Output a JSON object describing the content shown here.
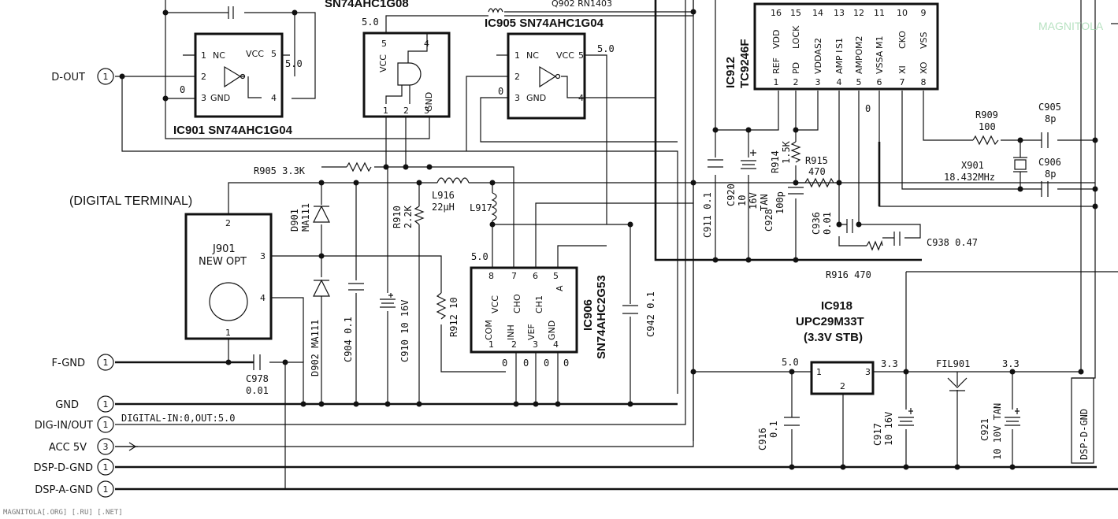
{
  "ports": [
    {
      "num": "1",
      "label": "D-OUT"
    },
    {
      "num": "1",
      "label": "F-GND"
    },
    {
      "num": "1",
      "label": "GND"
    },
    {
      "num": "1",
      "label": "DIG-IN/OUT"
    },
    {
      "num": "3",
      "label": "ACC 5V"
    },
    {
      "num": "1",
      "label": "DSP-D-GND"
    },
    {
      "num": "1",
      "label": "DSP-A-GND"
    }
  ],
  "ic901": {
    "name": "IC901 SN74AHC1G04",
    "pins": [
      "NC",
      "VCC",
      "GND"
    ],
    "nums": [
      "1",
      "2",
      "3",
      "4",
      "5"
    ],
    "v1": "5.0",
    "v2": "0"
  },
  "ic_top": {
    "name": "SN74AHC1G08",
    "pins": [
      "VCC",
      "GND"
    ],
    "nums": [
      "5",
      "4",
      "1",
      "2",
      "3"
    ],
    "v": "5.0"
  },
  "ic905": {
    "name": "IC905 SN74AHC1G04",
    "pins": [
      "NC",
      "VCC",
      "GND"
    ],
    "nums": [
      "1",
      "2",
      "3",
      "4",
      "5"
    ],
    "v1": "5.0",
    "v2": "0"
  },
  "ic912": {
    "name1": "IC912",
    "name2": "TC9246F",
    "top_nums": [
      "16",
      "15",
      "14",
      "13",
      "12",
      "11",
      "10",
      "9"
    ],
    "top_pins": [
      "VDD",
      "LOCK",
      "S2",
      "S1",
      "M2",
      "M1",
      "CKO",
      "VSS"
    ],
    "bot_pins": [
      "REF",
      "PD",
      "VDDA",
      "AMP I",
      "AMPO",
      "VSSA",
      "XI",
      "XO"
    ],
    "bot_nums": [
      "1",
      "2",
      "3",
      "4",
      "5",
      "6",
      "7",
      "8"
    ]
  },
  "q902": "Q902 RN1403",
  "j901": {
    "header": "(DIGITAL TERMINAL)",
    "name": "J901",
    "type": "NEW OPT",
    "nums": [
      "2",
      "3",
      "4",
      "1"
    ]
  },
  "ic906": {
    "name1": "IC906",
    "name2": "SN74AHC2G53",
    "top_nums": [
      "8",
      "7",
      "6",
      "5"
    ],
    "top_pins": [
      "VCC",
      "CHO",
      "CH1",
      "A"
    ],
    "bot_pins": [
      "COM",
      "INH",
      "VEF",
      "GND"
    ],
    "bot_nums": [
      "1",
      "2",
      "3",
      "4"
    ],
    "v": "5.0",
    "zeros": [
      "0",
      "0",
      "0",
      "0"
    ]
  },
  "ic918": {
    "name": "IC918",
    "part": "UPC29M33T",
    "desc": "(3.3V STB)",
    "nums": [
      "1",
      "2",
      "3"
    ],
    "vin": "5.0",
    "vout": "3.3",
    "vout2": "3.3"
  },
  "parts": {
    "r905": "R905 3.3K",
    "l916a": "L916",
    "l916b": "22μH",
    "l917": "L917",
    "r910a": "R910",
    "r910b": "2.2K",
    "d901a": "D901",
    "d901b": "MA111",
    "d902": "D902 MA111",
    "c904": "C904 0.1",
    "c910": "C910 10 16V",
    "r912": "R912 10",
    "c942": "C942 0.1",
    "c978a": "C978",
    "c978b": "0.01",
    "r909a": "R909",
    "r909b": "100",
    "c905a": "C905",
    "c905b": "8p",
    "x901a": "X901",
    "x901b": "18.432MHz",
    "c906a": "C906",
    "c906b": "8p",
    "r914a": "R914",
    "r914b": "1.5K",
    "r915a": "R915",
    "r915b": "470",
    "c911": "C911 0.1",
    "c920a": "C920",
    "c920b": "10",
    "c920c": "16V",
    "c920d": "TAN",
    "c928a": "C928",
    "c928b": "100p",
    "c936a": "C936",
    "c936b": "0.01",
    "c938": "C938 0.47",
    "r916": "R916 470",
    "c916a": "C916",
    "c916b": "0.1",
    "c917a": "C917",
    "c917b": "10 16V",
    "fil901": "FIL901",
    "c921a": "C921",
    "c921b": "10 10V TAN",
    "dsp_label": "DSP-D-GND",
    "digital_note": "DIGITAL-IN:0,OUT:5.0",
    "v50": "5.0",
    "zero": "0"
  },
  "watermark": "MAGNITOLA[.ORG] [.RU] [.NET]",
  "logo": "MAGNITOLA"
}
